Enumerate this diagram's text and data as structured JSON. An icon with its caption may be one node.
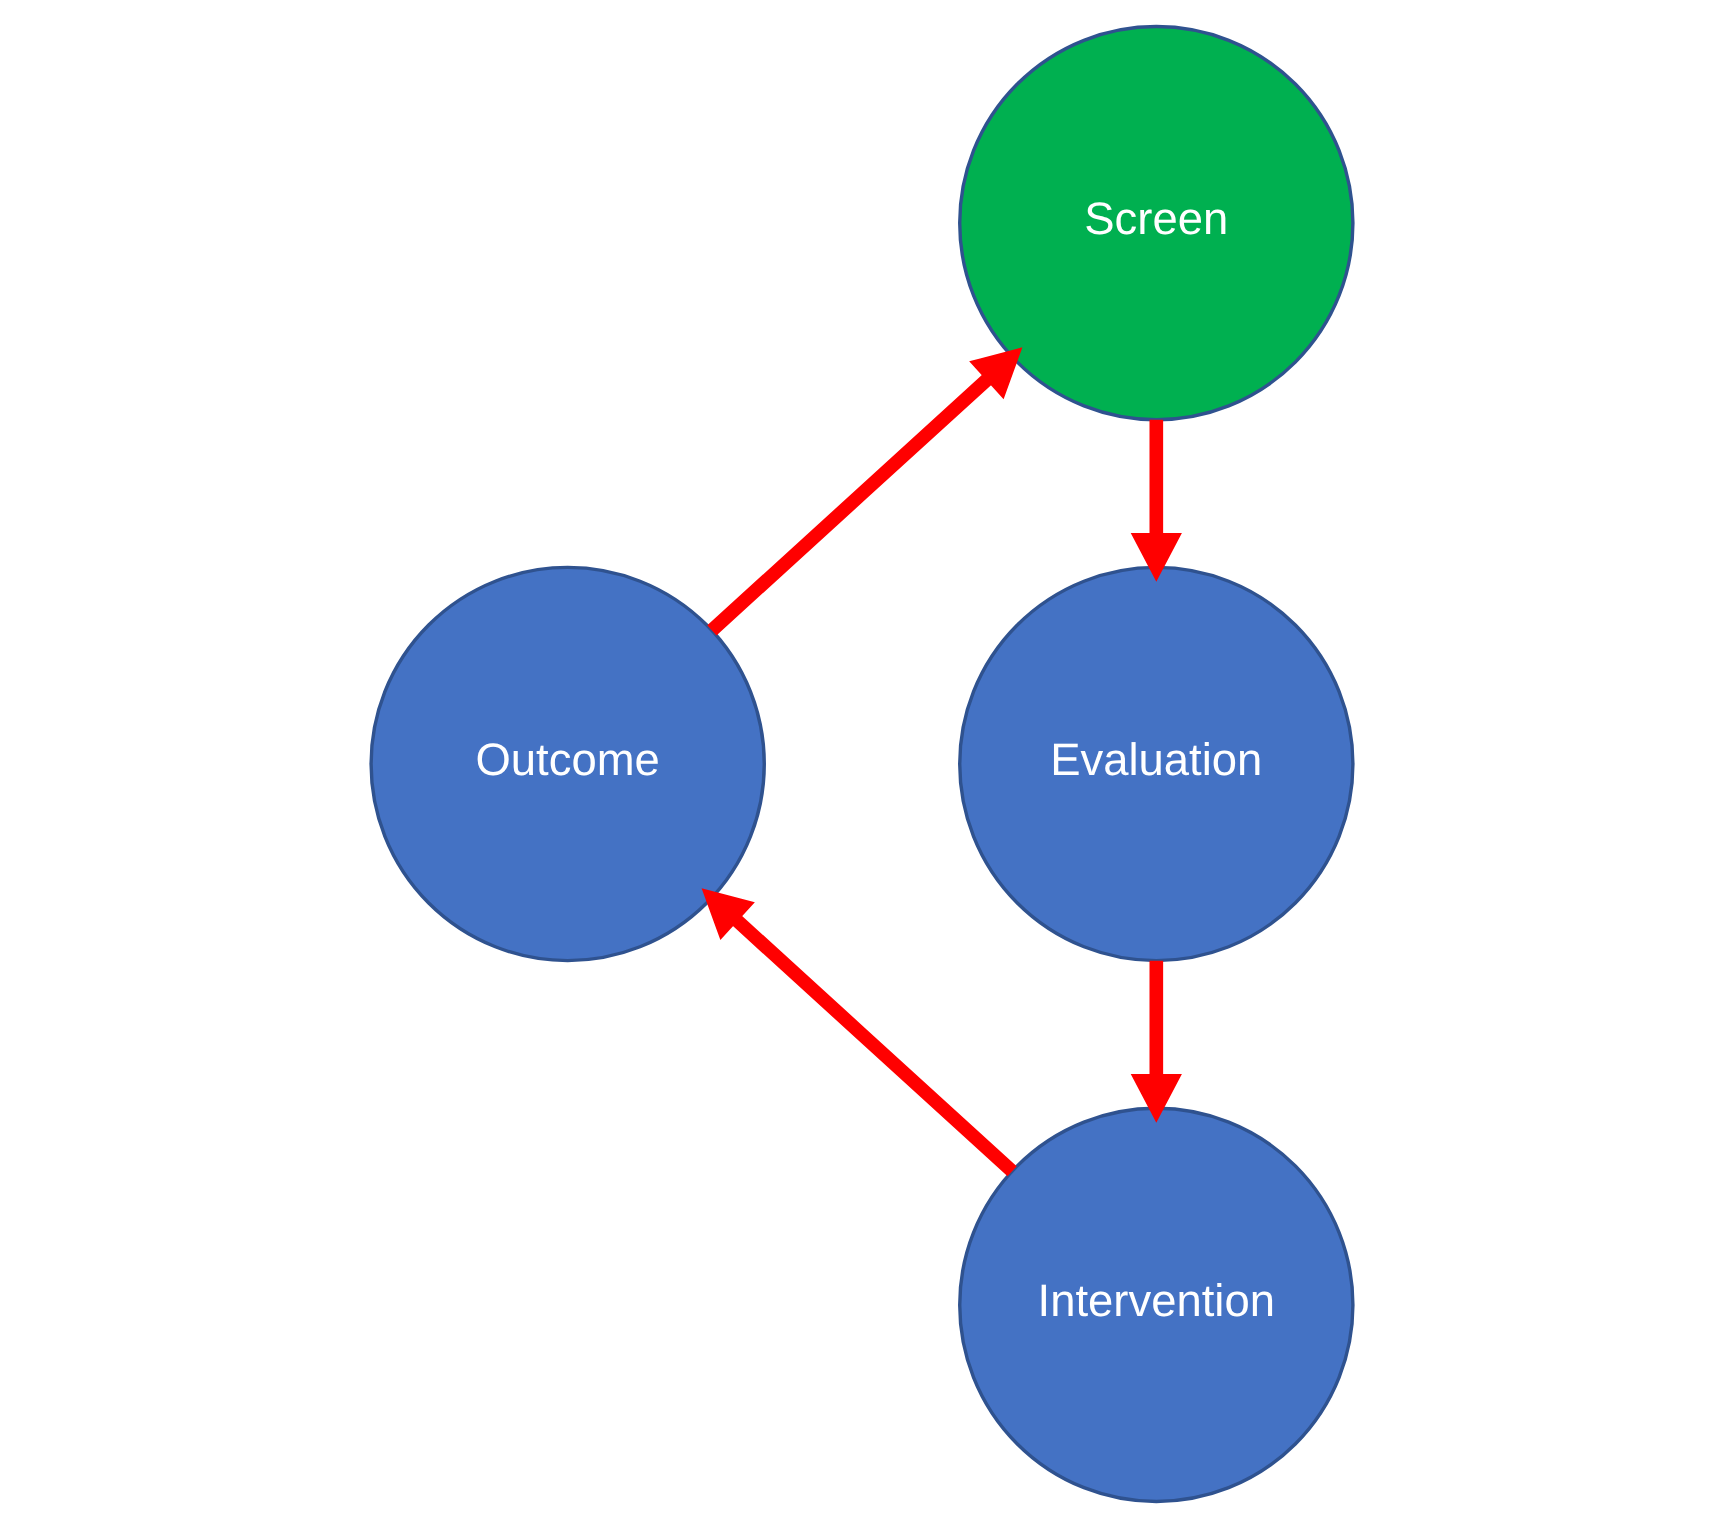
{
  "diagram": {
    "nodes": [
      {
        "text": [
          "Screen"
        ]
      },
      {
        "text": [
          "Evaluation"
        ]
      },
      {
        "text": [
          "Intervention"
        ]
      },
      {
        "text": [
          "Outcome"
        ]
      }
    ],
    "edges": [
      {
        "from": 0,
        "to": 1,
        "arrow": "to"
      },
      {
        "from": 1,
        "to": 2,
        "arrow": "to"
      },
      {
        "from": 2,
        "to": 3,
        "arrow": "to"
      },
      {
        "from": 3,
        "to": 0,
        "arrow": "to"
      }
    ]
  }
}
